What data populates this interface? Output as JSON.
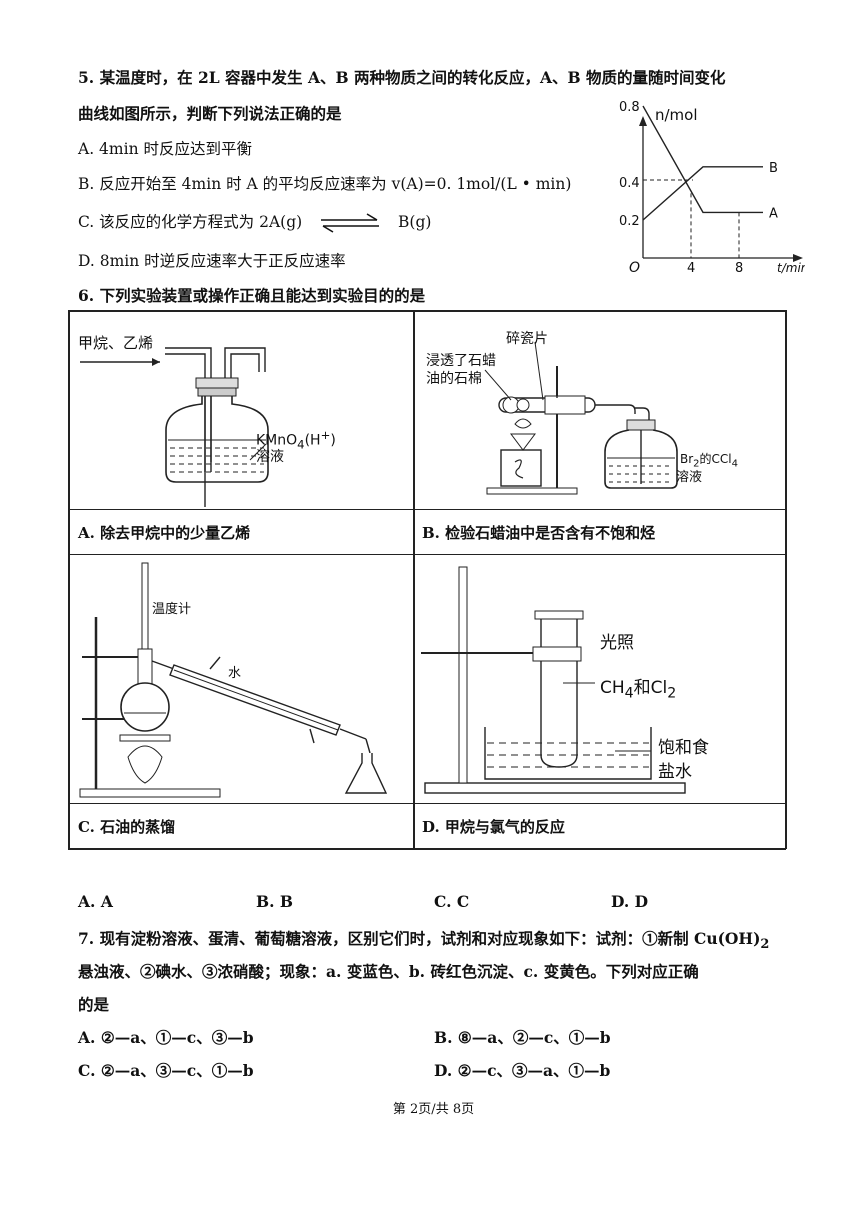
{
  "q5": {
    "stem_1": "5. 某温度时，在 2L 容器中发生 A、B 两种物质之间的转化反应，A、B 物质的量随时间变化",
    "stem_2": "曲线如图所示，判断下列说法正确的是",
    "opt_a": "A. 4min 时反应达到平衡",
    "opt_b": "B. 反应开始至 4min 时 A 的平均反应速率为 v(A)=0. 1mol/(L • min)",
    "opt_c_pre": "C. 该反应的化学方程式为 2A(g)",
    "opt_c_post": "B(g)",
    "opt_d": "D. 8min 时逆反应速率大于正反应速率"
  },
  "chart_data": {
    "type": "line",
    "ylabel": "n/mol",
    "xlabel": "t/min",
    "origin_label": "O",
    "x_ticks": [
      "4",
      "8"
    ],
    "y_ticks": [
      "0.8",
      "0.4",
      "0.2"
    ],
    "series": [
      {
        "name": "A",
        "points": [
          [
            0,
            0.8
          ],
          [
            5,
            0.24
          ],
          [
            10,
            0.24
          ]
        ]
      },
      {
        "name": "B",
        "points": [
          [
            0,
            0.2
          ],
          [
            5,
            0.48
          ],
          [
            10,
            0.48
          ]
        ]
      }
    ]
  },
  "q6": {
    "stem": "6. 下列实验装置或操作正确且能达到实验目的的是",
    "cell_a": {
      "gas_label": "甲烷、乙烯",
      "reagent_1": "KMnO",
      "reagent_sub": "4",
      "reagent_2": "(H",
      "reagent_sup": "+",
      "reagent_3": ")",
      "reagent_line2": "溶液",
      "caption": "A.  除去甲烷中的少量乙烯"
    },
    "cell_b": {
      "label_top": "碎瓷片",
      "label_left_1": "浸透了石蜡",
      "label_left_2": "油的石棉",
      "reagent_1": "Br",
      "reagent_sub1": "2",
      "reagent_2": "的CCl",
      "reagent_sub2": "4",
      "reagent_line2": "溶液",
      "caption": "B.  检验石蜡油中是否含有不饱和烃"
    },
    "cell_c": {
      "label_thermo": "温度计",
      "label_water": "水",
      "caption": "C.  石油的蒸馏"
    },
    "cell_d": {
      "label_light": "光照",
      "label_gas_1": "CH",
      "label_gas_sub1": "4",
      "label_gas_2": "和Cl",
      "label_gas_sub2": "2",
      "label_salt_1": "饱和食",
      "label_salt_2": "盐水",
      "caption": "D.  甲烷与氯气的反应"
    },
    "answers": [
      "A. A",
      "B. B",
      "C. C",
      "D. D"
    ]
  },
  "q7": {
    "stem_1": "7. 现有淀粉溶液、蛋清、葡萄糖溶液，区别它们时，试剂和对应现象如下：试剂：①新制 Cu(OH)",
    "stem_1_sub": "2",
    "stem_2": "悬浊液、②碘水、③浓硝酸；现象：a. 变蓝色、b. 砖红色沉淀、c. 变黄色。下列对应正确",
    "stem_3": "的是",
    "opt_a": "A. ②—a、①—c、③—b",
    "opt_b": "B. ⑧—a、②—c、①—b",
    "opt_c": "C. ②—a、③—c、①—b",
    "opt_d": "D. ②—c、③—a、①—b"
  },
  "footer": {
    "page": "第 2页/共 8页"
  }
}
